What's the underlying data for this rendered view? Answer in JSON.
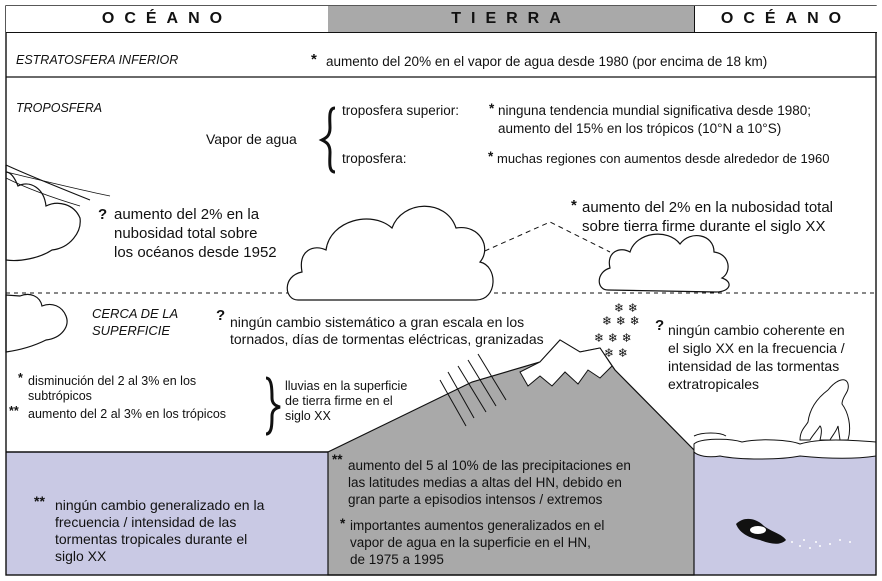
{
  "header": {
    "left": "OCÉANO",
    "center": "TIERRA",
    "right": "OCÉANO"
  },
  "stratosphere": {
    "label": "ESTRATOSFERA INFERIOR",
    "marker": "*",
    "text": "aumento del 20% en el vapor de agua desde 1980 (por encima de 18 km)"
  },
  "troposphere": {
    "label": "TROPOSFERA",
    "water_vapor_label": "Vapor de agua",
    "upper_label": "troposfera superior:",
    "upper_marker": "*",
    "upper_line1": "ninguna tendencia mundial significativa desde 1980;",
    "upper_line2": "aumento del 15% en los trópicos (10°N a 10°S)",
    "lower_label": "troposfera:",
    "lower_marker": "*",
    "lower_text": "muchas regiones con aumentos desde alrededor de 1960"
  },
  "ocean_clouds": {
    "marker": "?",
    "lines": [
      "aumento del 2% en la",
      "nubosidad total sobre",
      "los océanos desde 1952"
    ]
  },
  "land_clouds": {
    "marker": "*",
    "lines": [
      "aumento del 2% en la nubosidad total",
      "sobre tierra firme durante el siglo XX"
    ]
  },
  "surface": {
    "label_line1": "CERCA DE LA",
    "label_line2": "SUPERFICIE",
    "marker": "?",
    "line1": "ningún cambio sistemático a gran escala en los",
    "line2": "tornados, días de tormentas eléctricas, granizadas"
  },
  "extratropical": {
    "marker": "?",
    "lines": [
      "ningún cambio coherente en",
      "el siglo XX en la frecuencia /",
      "intensidad de las tormentas",
      "extratropicales"
    ]
  },
  "rain": {
    "m1": "*",
    "t1a": "disminución del 2 al 3% en los",
    "t1b": "subtrópicos",
    "m2": "**",
    "t2": "aumento del 2 al 3% en los trópicos",
    "brace_lines": [
      "lluvias en la superficie",
      "de tierra firme en el",
      "siglo XX"
    ]
  },
  "land_precip": {
    "m1": "**",
    "l1": [
      "aumento del 5 al 10% de las precipitaciones en",
      "las latitudes medias a altas del HN, debido en",
      "gran parte a episodios intensos / extremos"
    ],
    "m2": "*",
    "l2": [
      "importantes aumentos generalizados en el",
      "vapor de agua en la superficie en el HN,",
      "de 1975 a 1995"
    ]
  },
  "tropical_storms": {
    "marker": "**",
    "lines": [
      "ningún cambio generalizado en la",
      "frecuencia / intensidad de las",
      "tormentas tropicales durante el",
      "siglo XX"
    ]
  },
  "colors": {
    "ocean": "#c9c9e4",
    "land": "#a9a9a9",
    "header_center": "#a9a9a9",
    "header_side": "#ffffff",
    "line": "#111111"
  },
  "icons": [
    "cloud-icon",
    "mountain-icon",
    "snowflake-icon",
    "rain-streaks-icon",
    "polar-bear-icon",
    "penguin-icon",
    "ice-floe-icon"
  ]
}
